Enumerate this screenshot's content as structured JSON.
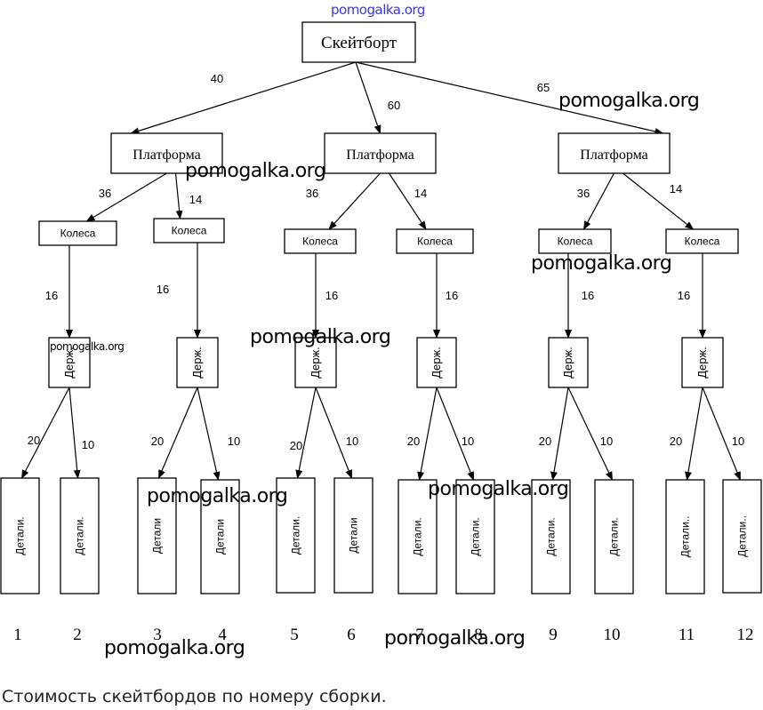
{
  "watermark_top": {
    "text": "pomogalka.org",
    "color": "#3a3ad8"
  },
  "watermarks": [
    "pomogalka.org",
    "pomogalka.org",
    "pomogalka.org",
    "pomogalka.org",
    "pomogalka.org",
    "pomogalka.org",
    "pomogalka.org",
    "pomogalka.org",
    "pomogalka.org"
  ],
  "root": {
    "label": "Скейтборт"
  },
  "platforms": [
    {
      "label": "Платформа",
      "edge": "40"
    },
    {
      "label": "Платформа",
      "edge": "60"
    },
    {
      "label": "Платформа",
      "edge": "65"
    }
  ],
  "wheels": [
    {
      "label": "Колеса",
      "edge": "36"
    },
    {
      "label": "Колеса",
      "edge": "14"
    },
    {
      "label": "Колеса",
      "edge": "36"
    },
    {
      "label": "Колеса",
      "edge": "14"
    },
    {
      "label": "Колеса",
      "edge": "36"
    },
    {
      "label": "Колеса",
      "edge": "14"
    }
  ],
  "holders": [
    {
      "label": "Держ.",
      "edge": "16"
    },
    {
      "label": "Держ.",
      "edge": "16"
    },
    {
      "label": "Держ.",
      "edge": "16"
    },
    {
      "label": "Держ.",
      "edge": "16"
    },
    {
      "label": "Держ.",
      "edge": "16"
    },
    {
      "label": "Держ.",
      "edge": "16"
    }
  ],
  "details": [
    {
      "label": "Детали.",
      "edge": "20",
      "number": "1"
    },
    {
      "label": "Детали.",
      "edge": "10",
      "number": "2"
    },
    {
      "label": "Детали",
      "edge": "20",
      "number": "3"
    },
    {
      "label": "Детали",
      "edge": "10",
      "number": "4"
    },
    {
      "label": "Детали.",
      "edge": "20",
      "number": "5"
    },
    {
      "label": "Детали",
      "edge": "10",
      "number": "6"
    },
    {
      "label": "Детали.",
      "edge": "20",
      "number": "7"
    },
    {
      "label": "Детали.",
      "edge": "10",
      "number": "8"
    },
    {
      "label": "Детали.",
      "edge": "20",
      "number": "9"
    },
    {
      "label": "Детали.",
      "edge": "10",
      "number": "10"
    },
    {
      "label": "Детали..",
      "edge": "20",
      "number": "11"
    },
    {
      "label": "Детали..",
      "edge": "10",
      "number": "12"
    }
  ],
  "caption": "Стоимость скейтбордов по номеру сборки."
}
